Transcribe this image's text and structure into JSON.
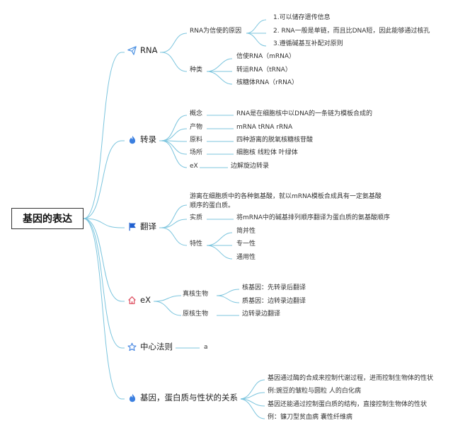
{
  "root": "基因的表达",
  "branches": {
    "rna": {
      "label": "RNA",
      "reason_label": "RNA为信使的原因",
      "reasons": [
        "1.可以储存遗传信息",
        "2. RNA一般是单链，而且比DNA短，因此能够通过核孔",
        "3.遵循碱基互补配对原则"
      ],
      "types_label": "种类",
      "types": [
        "信使RNA（mRNA）",
        "转运RNA（tRNA）",
        "核糖体RNA（rRNA）"
      ]
    },
    "transcription": {
      "label": "转录",
      "rows": [
        {
          "k": "概念",
          "v": "RNA是在细胞核中以DNA的一条链为模板合成的"
        },
        {
          "k": "产物",
          "v": "mRNA tRNA rRNA"
        },
        {
          "k": "原料",
          "v": "四种游离的脱氧核糖核苷酸"
        },
        {
          "k": "场所",
          "v": "细胞核 线粒体 叶绿体"
        },
        {
          "k": "eX",
          "v": "边解旋边转录"
        }
      ]
    },
    "translation": {
      "label": "翻译",
      "definition": "游离在细胞质中的各种氨基酸，就以mRNA模板合成具有一定氨基酸顺序的蛋白质。",
      "essence_label": "实质",
      "essence": "将mRNA中的碱基排列顺序翻译为蛋白质的氨基酸顺序",
      "traits_label": "特性",
      "traits": [
        "简并性",
        "专一性",
        "通用性"
      ]
    },
    "ex": {
      "label": "eX",
      "eukaryote_label": "真核生物",
      "eukaryote": [
        "核基因：先转录后翻译",
        "质基因：边转录边翻译"
      ],
      "prokaryote_label": "原核生物",
      "prokaryote": "边转录边翻译"
    },
    "dogma": {
      "label": "中心法则",
      "note": "a"
    },
    "relation": {
      "label": "基因，蛋白质与性状的关系",
      "items": [
        "基因通过酶的合成来控制代谢过程，进而控制生物体的性状",
        "例:豌豆的皱粒与圆粒 人的白化病",
        "基因还能通过控制蛋白质的结构，直接控制生物体的性状",
        "例：镰刀型贫血病 囊性纤维病"
      ]
    }
  },
  "colors": {
    "line": "#7cc5de",
    "rna_icon": "#4a90e2",
    "fire_icon": "#3b7fe0",
    "flag_icon": "#2060d0",
    "home_icon": "#e05a6a",
    "star_icon": "#3b7fe0"
  }
}
